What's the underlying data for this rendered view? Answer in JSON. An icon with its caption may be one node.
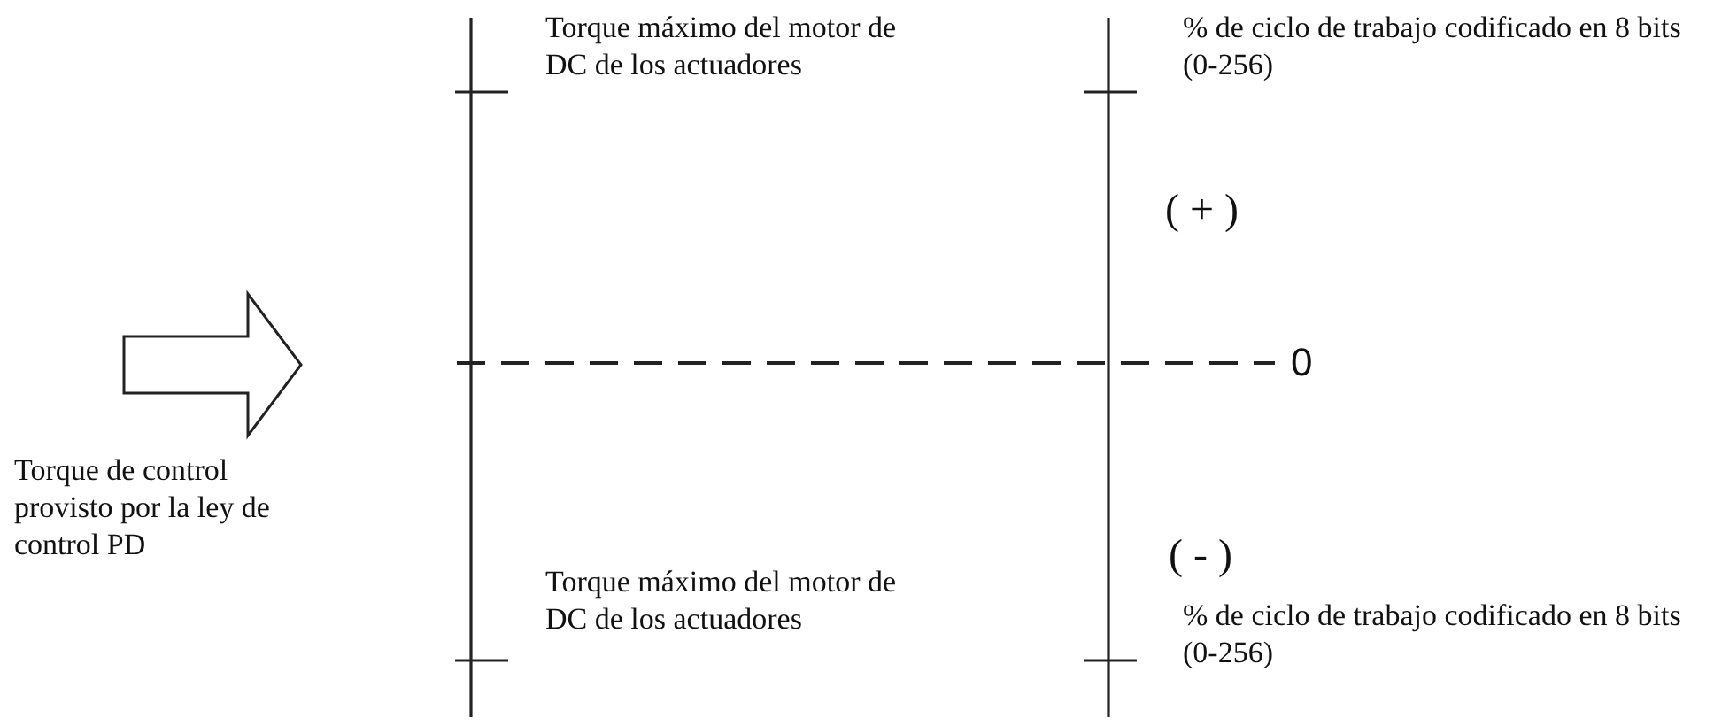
{
  "diagram": {
    "labels": [
      "Torque máximo del motor de DC de los actuadores",
      "% de ciclo de trabajo codificado en 8 bits (0-256)",
      "(+)",
      "0",
      "Torque de control provisto por la ley de control PD",
      "(-)",
      "Torque máximo del motor de DC de los actuadores",
      "% de ciclo de trabajo codificado en 8 bits (0-256)"
    ]
  }
}
